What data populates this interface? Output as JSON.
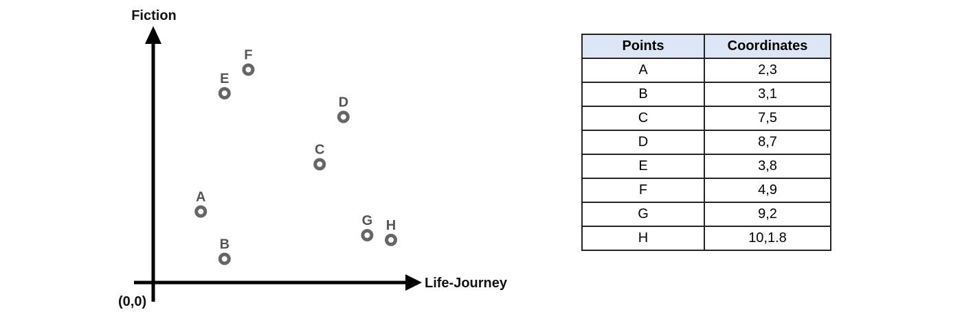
{
  "chart_data": {
    "type": "scatter",
    "xlabel": "Life-Journey",
    "ylabel": "Fiction",
    "origin_label": "(0,0)",
    "points": [
      {
        "label": "A",
        "x": 2,
        "y": 3
      },
      {
        "label": "B",
        "x": 3,
        "y": 1
      },
      {
        "label": "C",
        "x": 7,
        "y": 5
      },
      {
        "label": "D",
        "x": 8,
        "y": 7
      },
      {
        "label": "E",
        "x": 3,
        "y": 8
      },
      {
        "label": "F",
        "x": 4,
        "y": 9
      },
      {
        "label": "G",
        "x": 9,
        "y": 2
      },
      {
        "label": "H",
        "x": 10,
        "y": 1.8
      }
    ]
  },
  "table": {
    "headers": [
      "Points",
      "Coordinates"
    ],
    "rows": [
      [
        "A",
        "2,3"
      ],
      [
        "B",
        "3,1"
      ],
      [
        "C",
        "7,5"
      ],
      [
        "D",
        "8,7"
      ],
      [
        "E",
        "3,8"
      ],
      [
        "F",
        "4,9"
      ],
      [
        "G",
        "9,2"
      ],
      [
        "H",
        "10,1.8"
      ]
    ]
  },
  "colors": {
    "marker": "#666666",
    "axis": "#000000",
    "table_header_bg": "#dde6f4"
  }
}
